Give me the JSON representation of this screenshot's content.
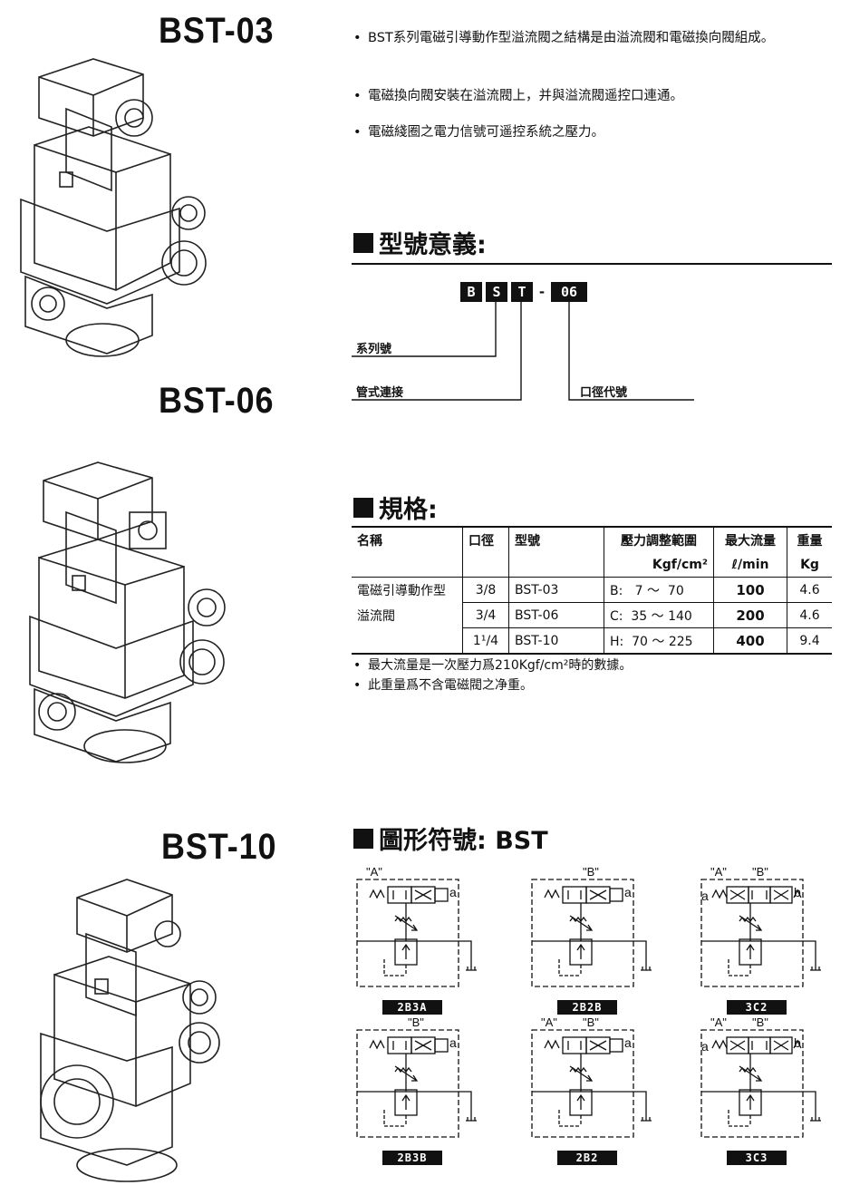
{
  "models": [
    "BST-03",
    "BST-06",
    "BST-10"
  ],
  "bullets": [
    "BST系列電磁引導動作型溢流閥之結構是由溢流閥和電磁換向閥組成。",
    "電磁換向閥安裝在溢流閥上，并與溢流閥遥控口連通。",
    "電磁綫圈之電力信號可遥控系統之壓力。"
  ],
  "model_meaning": {
    "heading": "型號意義:",
    "code_parts": [
      "B",
      "S",
      "T",
      "-",
      "06"
    ],
    "labels": {
      "series": "系列號",
      "pipe": "管式連接",
      "port": "口徑代號"
    }
  },
  "spec": {
    "heading": "規格:",
    "headers": [
      "名稱",
      "口徑",
      "型號",
      "壓力調整範圍",
      "最大流量",
      "重量"
    ],
    "units": [
      "",
      "",
      "",
      "Kgf/cm²",
      "ℓ/min",
      "Kg"
    ],
    "name_lines": [
      "電磁引導動作型",
      "溢流閥"
    ],
    "rows": [
      {
        "size": "3/8",
        "model": "BST-03",
        "pressure": "B:   7 ～  70",
        "flow": "100",
        "weight": "4.6"
      },
      {
        "size": "3/4",
        "model": "BST-06",
        "pressure": "C:  35 ～ 140",
        "flow": "200",
        "weight": "4.6"
      },
      {
        "size": "1¹/4",
        "model": "BST-10",
        "pressure": "H:  70 ～ 225",
        "flow": "400",
        "weight": "9.4"
      }
    ],
    "notes": [
      "最大流量是一次壓力爲210Kgf/cm²時的數據。",
      "此重量爲不含電磁閥之净重。"
    ]
  },
  "symbols": {
    "heading": "圖形符號: BST",
    "items": [
      {
        "label": "2B3A",
        "quote_left": "\"A\"",
        "quote_right": "",
        "left": "",
        "right": "a"
      },
      {
        "label": "2B2B",
        "quote_left": "",
        "quote_right": "\"B\"",
        "left": "",
        "right": "a"
      },
      {
        "label": "3C2",
        "quote_left": "\"A\"",
        "quote_right": "\"B\"",
        "left": "a",
        "right": "b"
      },
      {
        "label": "2B3B",
        "quote_left": "",
        "quote_right": "\"B\"",
        "left": "",
        "right": "a"
      },
      {
        "label": "2B2",
        "quote_left": "\"A\"",
        "quote_right": "\"B\"",
        "left": "",
        "right": "a"
      },
      {
        "label": "3C3",
        "quote_left": "\"A\"",
        "quote_right": "\"B\"",
        "left": "a",
        "right": "b"
      }
    ]
  }
}
